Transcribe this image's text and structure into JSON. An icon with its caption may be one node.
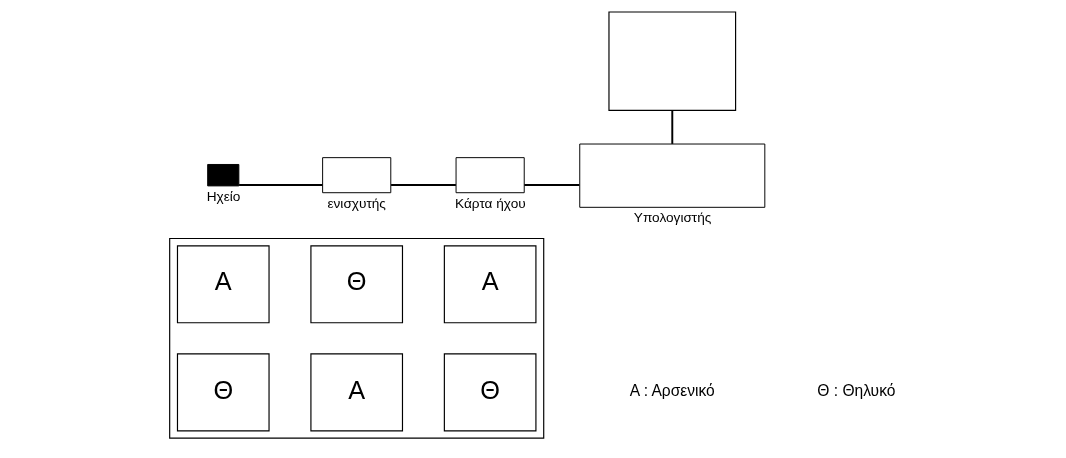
{
  "diagram": {
    "nodes": [
      {
        "text": [],
        "shape": "box",
        "beside": [
          "Ηχείο"
        ]
      },
      {
        "text": [],
        "shape": "box"
      },
      {
        "text": [
          "Α"
        ],
        "in": 1
      },
      {
        "text": [
          "Θ"
        ],
        "in": 1
      },
      {
        "text": [
          "Α"
        ],
        "in": 1
      },
      {
        "text": [
          "Θ"
        ],
        "in": 1
      },
      {
        "text": [
          "Α"
        ],
        "in": 1
      },
      {
        "text": [
          "Θ"
        ],
        "in": 1
      },
      {
        "text": [],
        "shape": "box",
        "beside": [
          "ενισχυτής"
        ]
      },
      {
        "text": [],
        "shape": "box",
        "beside": [
          "Κάρτα ήχου"
        ]
      },
      {
        "text": [],
        "shape": "box"
      },
      {
        "text": [],
        "shape": "box",
        "beside": [
          "Υπολογιστής"
        ]
      }
    ],
    "edges": [
      {
        "from": 0,
        "to": 8,
        "arrow": "none"
      },
      {
        "from": 8,
        "to": 9,
        "arrow": "none"
      },
      {
        "from": 9,
        "to": 11,
        "arrow": "none"
      },
      {
        "from": 10,
        "to": 11,
        "arrow": "none"
      }
    ],
    "legend": [
      {
        "text": "Α : Αρσενικό"
      },
      {
        "text": "Θ : Θηλυκό"
      }
    ]
  }
}
